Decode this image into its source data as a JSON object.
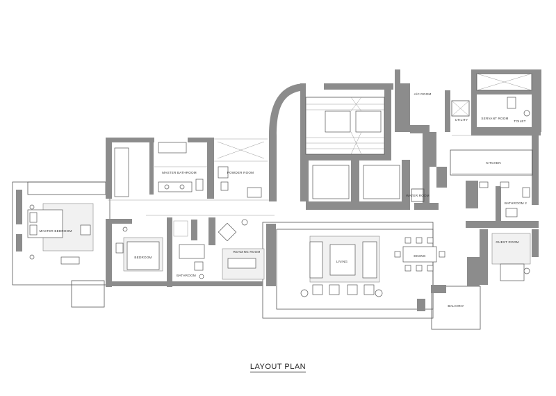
{
  "plan_title": "LAYOUT PLAN",
  "rooms": {
    "master_bedroom": "MASTER BEDROOM",
    "master_bathroom": "MASTER BATHROOM",
    "powder_room": "POWDER ROOM",
    "bedroom": "BEDROOM",
    "bathroom": "BATHROOM",
    "reading_room": "READING ROOM",
    "living": "LIVING",
    "dining": "DINING",
    "water_room": "WATER ROOM",
    "ac_room": "A/C ROOM",
    "utility": "UTILITY",
    "servant_room": "SERVANT ROOM",
    "toilet": "TOILET",
    "kitchen": "KITCHEN",
    "bathroom_2": "BATHROOM 2",
    "guest_room": "GUEST ROOM",
    "balcony": "BALCONY"
  }
}
